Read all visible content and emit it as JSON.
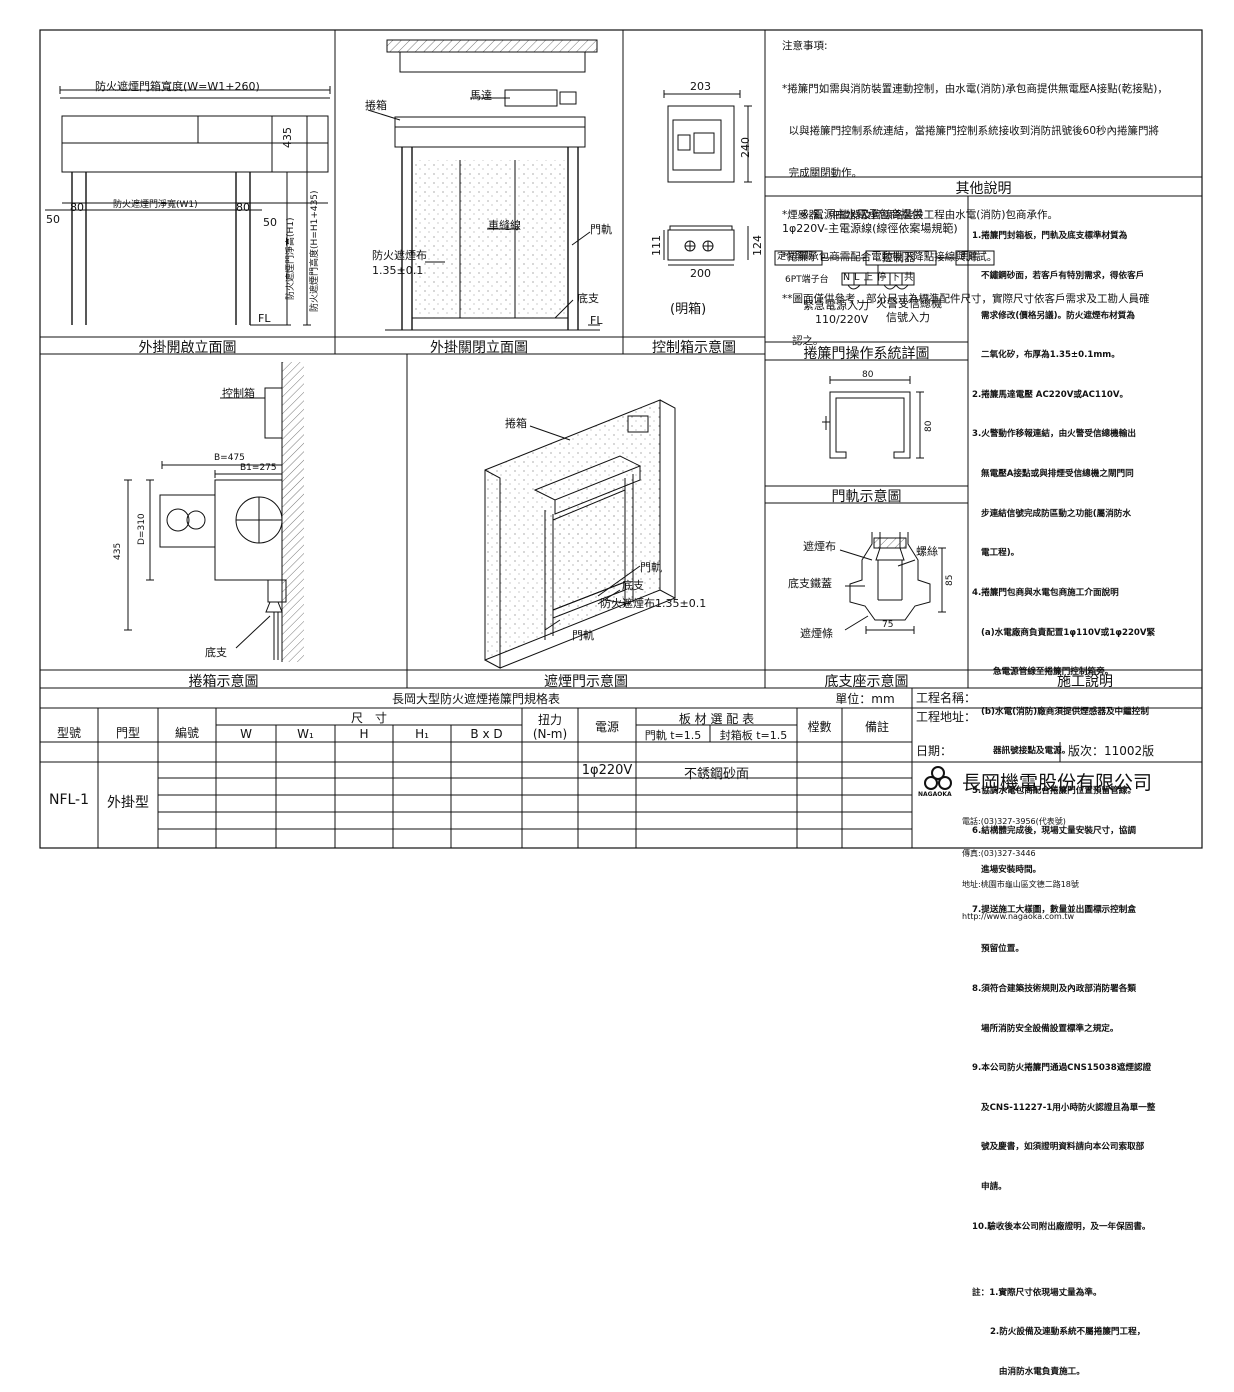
{
  "panels": {
    "elev_open": {
      "title": "外掛開啟立面圖",
      "dims": {
        "box_width": "防火遮煙門箱寬度(W=W1+260)",
        "clear_width": "防火遮煙門淨寬(W1)",
        "d50a": "50",
        "d80a": "80",
        "d80b": "80",
        "d50b": "50",
        "d435": "435",
        "clear_height": "防火遮煙門淨高(H1)",
        "total_height": "防火遮煙門高度(H=H1+435)",
        "fl": "FL"
      }
    },
    "elev_closed": {
      "title": "外掛關閉立面圖",
      "labels": {
        "box": "捲箱",
        "motor": "馬達",
        "track": "車縫線",
        "rail": "門軌",
        "fabric": "防火遮煙布",
        "fabric_thk": "1.35±0.1",
        "bottom": "底支",
        "fl": "FL"
      }
    },
    "control_box": {
      "title": "控制箱示意圖",
      "w203": "203",
      "h240": "240",
      "h111": "111",
      "h124": "124",
      "w200": "200",
      "note": "(明箱)"
    },
    "notes": {
      "header": "注意事項:",
      "lines": [
        "*捲簾門如需與消防裝置連動控制，由水電(消防)承包商提供無電壓A接點(乾接點)，",
        "  以與捲簾門控制系統連結，當捲簾門控制系統接收到消防訊號後60秒內捲簾門將",
        "  完成關閉動作。",
        "*煙感器、中繼器及管線路裝設工程由水電(消防)包商承作。",
        "*捲簾承包商需配合電動機下降點接線與測試。",
        "**圖面僅供參考，部分尺寸為標準配件尺寸，實際尺寸依客戶需求及工勘人員確",
        "   認之。"
      ],
      "title": "其他說明"
    },
    "operation": {
      "title": "捲簾門操作系統詳圖",
      "note1": "※ 電源由水電承包商提供",
      "note2": "1φ220V-主電源線(線徑依案場規範)",
      "pos_switch": "定位開關",
      "controller": "控制器",
      "motor": "馬達",
      "terminal": "6PT端子台",
      "tb": "N L 上 停 下 共",
      "emerg": "緊急電源入力",
      "emerg_v": "110/220V",
      "fire": "火警受信總機",
      "fire2": "信號入力"
    },
    "rail": {
      "title": "門軌示意圖",
      "d80a": "80",
      "d80b": "80"
    },
    "base": {
      "title": "底支座示意圖",
      "fabric": "遮煙布",
      "screw": "螺絲",
      "cover": "底支鐵蓋",
      "strip": "遮煙條",
      "d85": "85",
      "d75": "75"
    },
    "construction": {
      "title": "施工說明",
      "lines": [
        "1.捲簾門封箱板，門軌及底支標準材質為",
        "   不鏽鋼砂面，若客戶有特別需求，得依客戶",
        "   需求修改(價格另議)。防火遮煙布材質為",
        "   二氧化矽，布厚為1.35±0.1mm。",
        "2.捲簾馬達電壓 AC220V或AC110V。",
        "3.火警動作移報連結，由火警受信總機輸出",
        "   無電壓A接點或與排煙受信總機之閘門同",
        "   步連結信號完成防區動之功能(屬消防水",
        "   電工程)。",
        "4.捲簾門包商與水電包商施工介面說明",
        "   (a)水電廠商負責配置1φ110V或1φ220V緊",
        "       急電源管線至捲簾門控制箱旁。",
        "   (b)水電(消防)廠商須提供煙感器及中繼控制",
        "       器訊號接點及電源。",
        "5.協調水電包商配合捲簾門位置預留管線。",
        "6.結構體完成後，現場丈量安裝尺寸，協調",
        "   進場安裝時間。",
        "7.提送施工大樣圖，數量並出圖標示控制盒",
        "   預留位置。",
        "8.須符合建築技術規則及內政部消防署各類",
        "   場所消防安全設備設置標準之規定。",
        "9.本公司防火捲簾門通過CNS15038遮煙認證",
        "   及CNS-11227-1用小時防火認證且為單一整",
        "   號及慶書，如須證明資料請向本公司索取部",
        "   申請。",
        "10.驗收後本公司附出廠證明，及一年保固書。",
        "",
        "註：1.實際尺寸依現場丈量為準。",
        "      2.防火設備及連動系統不屬捲簾門工程，",
        "         由消防水電負責施工。"
      ]
    },
    "box_view": {
      "title": "捲箱示意圖",
      "ctrl": "控制箱",
      "b475": "B=475",
      "b275": "B1=275",
      "d310": "D=310",
      "h435": "435",
      "bottom": "底支"
    },
    "door_view": {
      "title": "遮煙門示意圖",
      "box": "捲箱",
      "rail": "門軌",
      "bottom": "底支",
      "rail2": "門軌",
      "fabric": "防火遮煙布1.35±0.1"
    }
  },
  "table": {
    "title": "長岡大型防火遮煙捲簾門規格表",
    "unit": "單位：mm",
    "headers": {
      "model": "型號",
      "type": "門型",
      "no": "編號",
      "size": "尺　寸",
      "w": "W",
      "w1": "W₁",
      "h": "H",
      "h1": "H₁",
      "bxd": "B x D",
      "torque": "扭力",
      "torque_unit": "(N-m)",
      "power": "電源",
      "material": "板 材 選 配 表",
      "rail_t": "門軌 t=1.5",
      "box_t": "封箱板 t=1.5",
      "qty": "樘數",
      "remark": "備註"
    },
    "row": {
      "model": "NFL-1",
      "type": "外掛型",
      "power": "1φ220V",
      "material": "不銹鋼砂面"
    }
  },
  "titleblock": {
    "project": "工程名稱：",
    "address": "工程地址：",
    "date": "日期：",
    "version": "版次：11002版",
    "company": "長岡機電股份有限公司",
    "logo_text": "NAGAOKA",
    "tel": "電話:(03)327-3956(代表號)",
    "fax": "傳真:(03)327-3446",
    "addr": "地址:桃園市龜山區文德二路18號",
    "web": "http://www.nagaoka.com.tw"
  }
}
